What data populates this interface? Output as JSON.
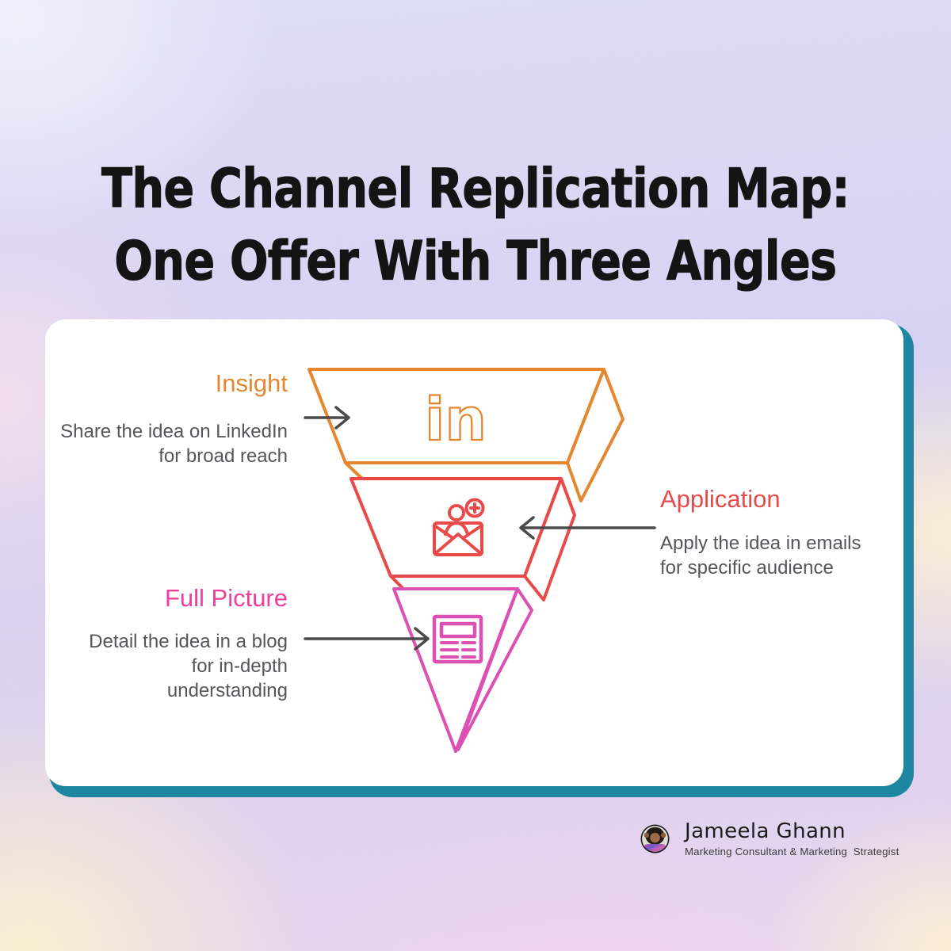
{
  "header": {
    "title_line1": "The Channel Replication Map:",
    "title_line2": "One Offer With Three Angles"
  },
  "diagram": {
    "type": "funnel-3-stage",
    "stages": [
      {
        "label": "Insight",
        "description": "Share the idea on LinkedIn\nfor broad reach",
        "icon": "linkedin-icon",
        "color": "#E5872E",
        "side": "left"
      },
      {
        "label": "Application",
        "description": "Apply the idea in emails\nfor specific audience",
        "icon": "email-add-contact-icon",
        "color": "#E94A49",
        "side": "right"
      },
      {
        "label": "Full Picture",
        "description": "Detail the idea in a blog\nfor in-depth\nunderstanding",
        "icon": "blog-article-icon",
        "color": "#EE3F9C",
        "side": "left"
      }
    ],
    "linkedin_glyph": "in"
  },
  "footer": {
    "name": "Jameela Ghann",
    "role": "Marketing Consultant & Marketing  Strategist",
    "avatar": "author-avatar"
  },
  "colors": {
    "orange": "#E5872E",
    "red": "#E94A49",
    "funnel_pink": "#DD50B3",
    "label_pink": "#EE3F9C",
    "teal_shadow": "#1E86A0",
    "text_gray": "#55565A",
    "arrow_gray": "#4A4A4C",
    "title_black": "#141414",
    "name_black": "#1B1B1B"
  }
}
